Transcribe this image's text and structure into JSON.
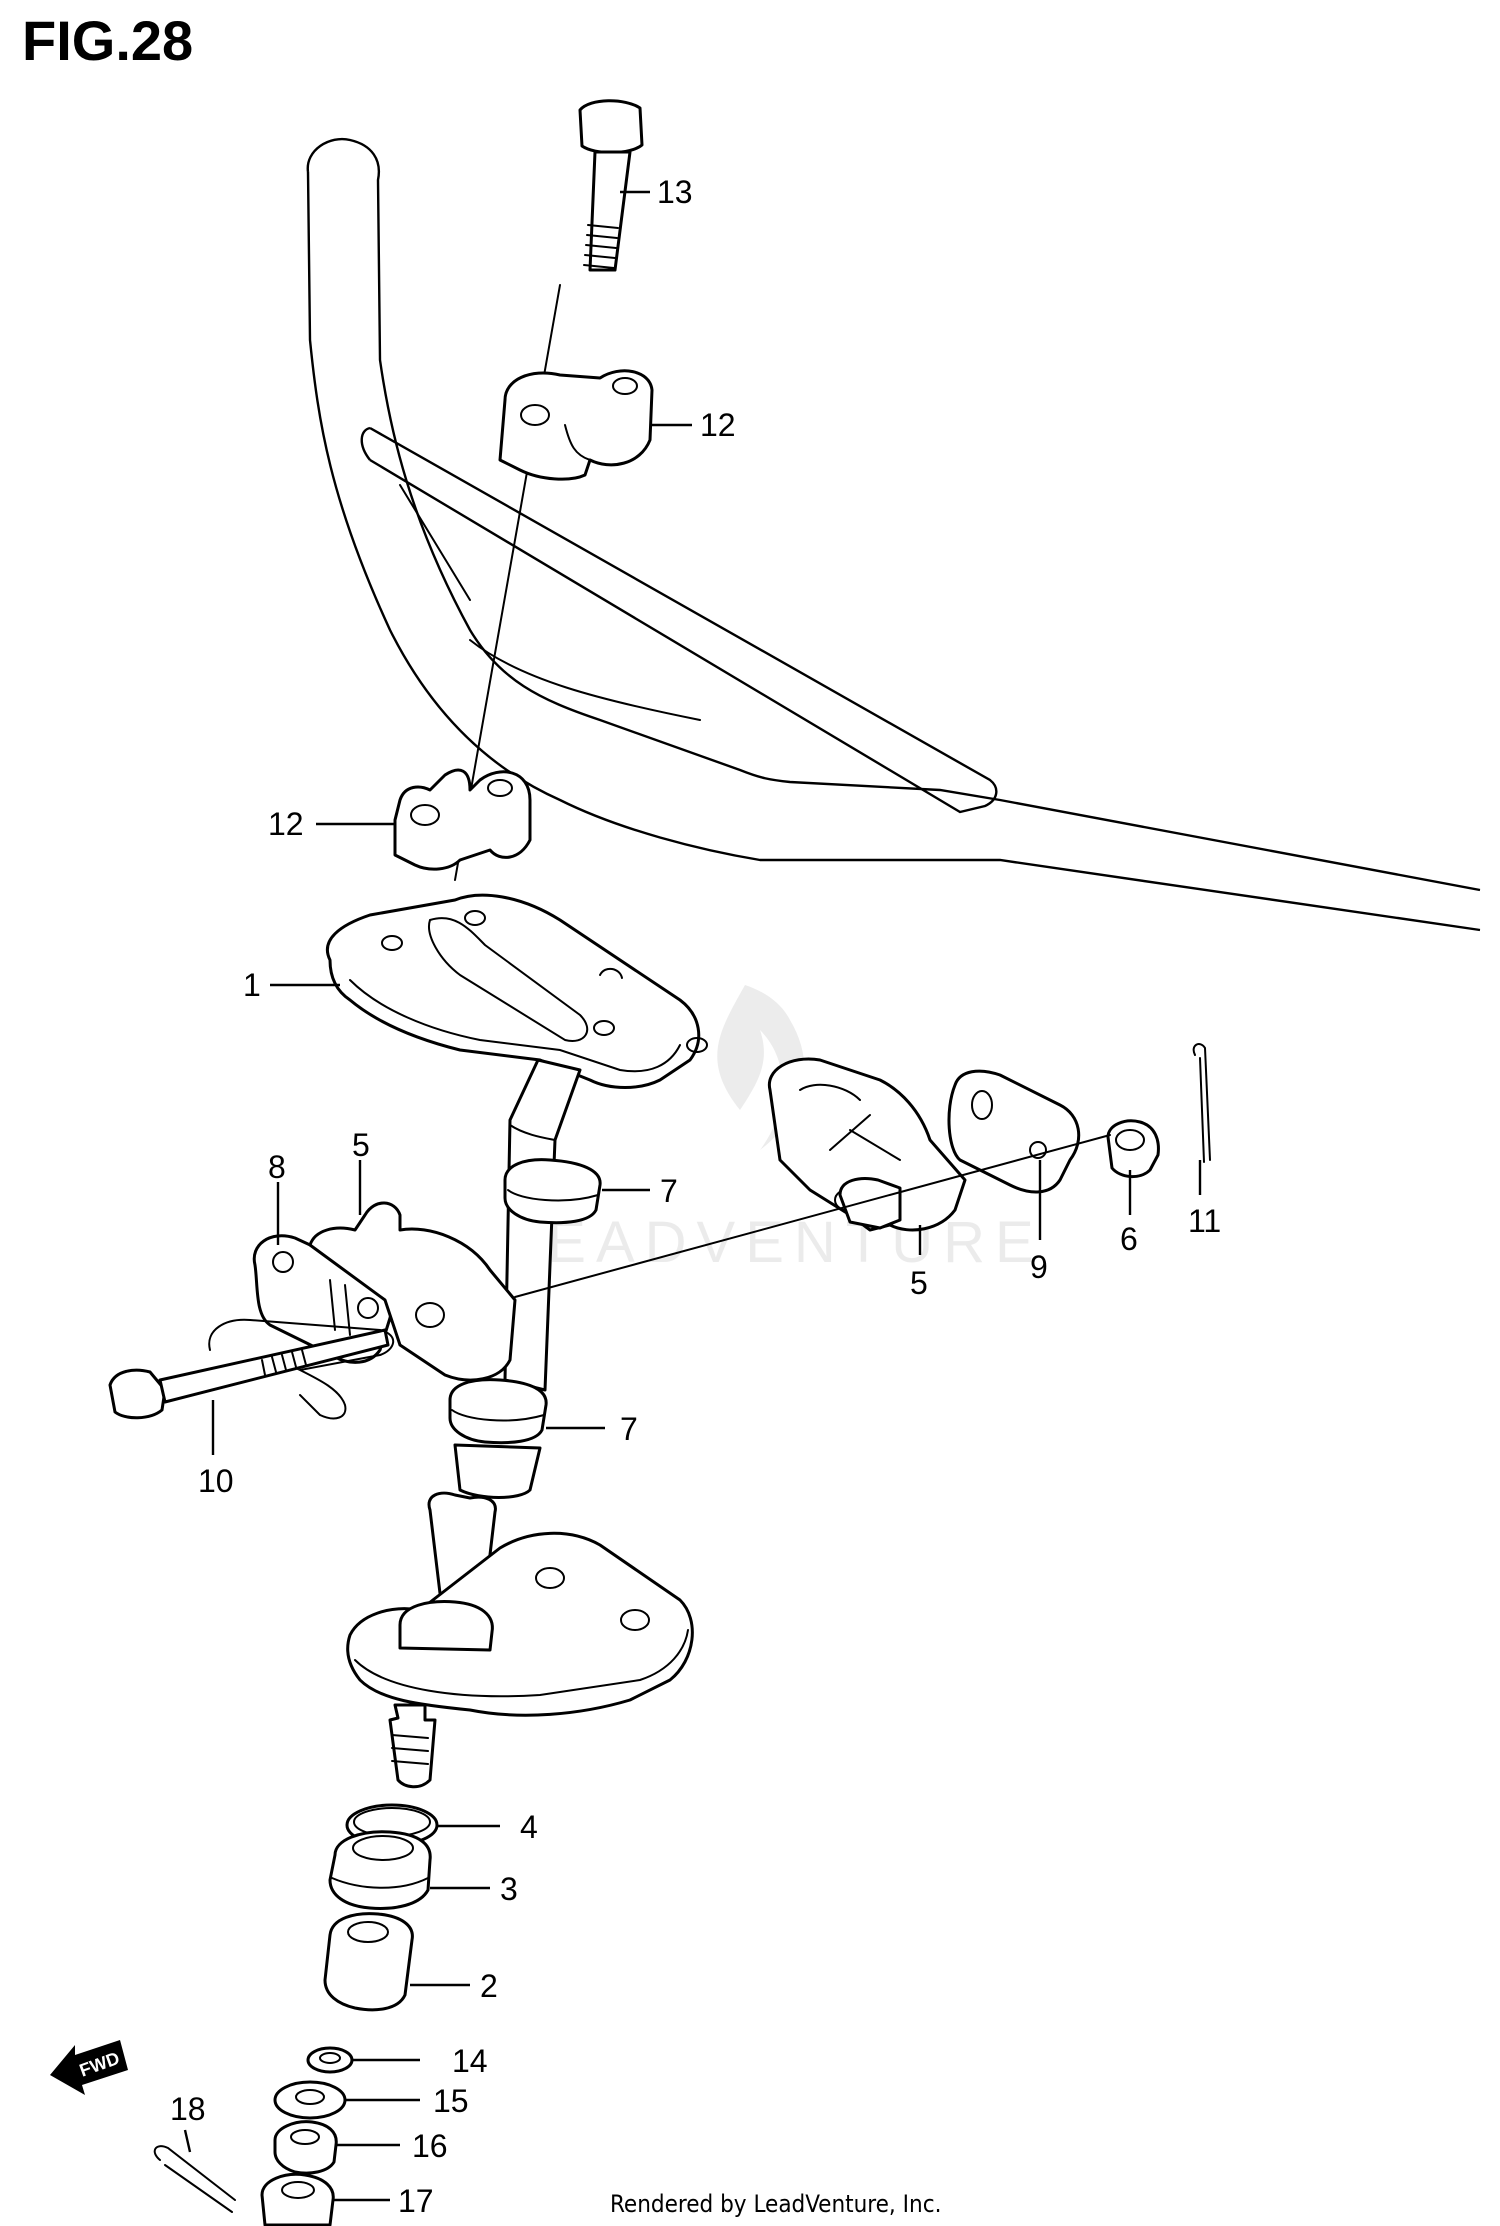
{
  "figure": {
    "title": "FIG.28"
  },
  "watermark": {
    "text": "LEADVENTURE"
  },
  "footer": {
    "text": "Rendered by LeadVenture, Inc."
  },
  "fwd_badge": {
    "text": "FWD"
  },
  "callouts": [
    {
      "key": "c13",
      "number": "13"
    },
    {
      "key": "c12a",
      "number": "12"
    },
    {
      "key": "c12b",
      "number": "12"
    },
    {
      "key": "c1",
      "number": "1"
    },
    {
      "key": "c8",
      "number": "8"
    },
    {
      "key": "c5a",
      "number": "5"
    },
    {
      "key": "c7a",
      "number": "7"
    },
    {
      "key": "c5b",
      "number": "5"
    },
    {
      "key": "c9",
      "number": "9"
    },
    {
      "key": "c6",
      "number": "6"
    },
    {
      "key": "c11",
      "number": "11"
    },
    {
      "key": "c10",
      "number": "10"
    },
    {
      "key": "c7b",
      "number": "7"
    },
    {
      "key": "c4",
      "number": "4"
    },
    {
      "key": "c3",
      "number": "3"
    },
    {
      "key": "c2",
      "number": "2"
    },
    {
      "key": "c14",
      "number": "14"
    },
    {
      "key": "c15",
      "number": "15"
    },
    {
      "key": "c16",
      "number": "16"
    },
    {
      "key": "c17",
      "number": "17"
    },
    {
      "key": "c18",
      "number": "18"
    }
  ]
}
